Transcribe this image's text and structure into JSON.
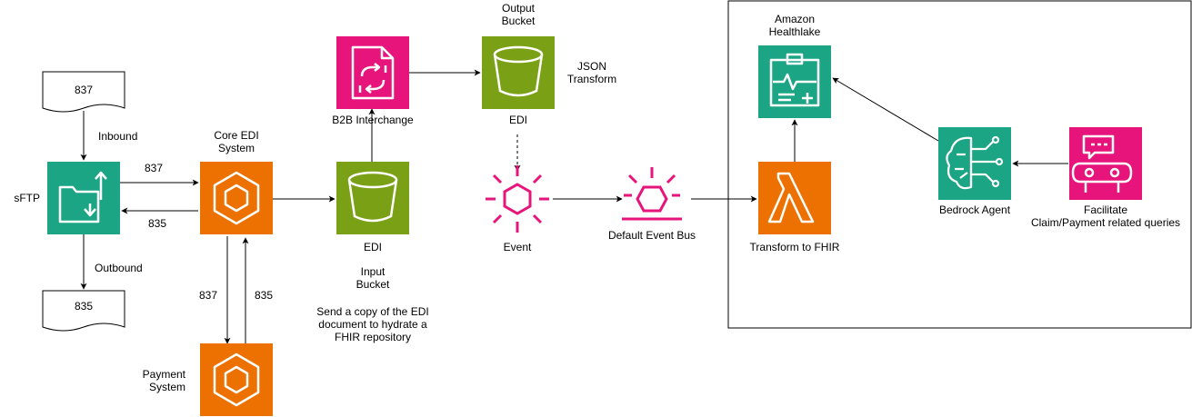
{
  "colors": {
    "aws_teal": "#1BA584",
    "aws_orange": "#ED7100",
    "aws_magenta": "#E7157B",
    "aws_green": "#7AA116",
    "lambda_orange": "#ED7100",
    "line": "#000000"
  },
  "documents": {
    "doc_837": "837",
    "doc_835": "835"
  },
  "nodes": {
    "sftp": {
      "label": "sFTP",
      "icon": "sftp-transfer-icon"
    },
    "core_edi": {
      "label": "Core EDI\nSystem",
      "icon": "ecs-container-icon"
    },
    "payment": {
      "label": "Payment\nSystem",
      "icon": "ecs-container-icon"
    },
    "b2b": {
      "label": "B2B Interchange",
      "icon": "b2b-data-interchange-icon"
    },
    "input_bucket": {
      "label": "EDI",
      "icon": "s3-bucket-icon"
    },
    "output_bucket": {
      "label": "EDI",
      "icon": "s3-bucket-icon"
    },
    "event": {
      "label": "Event",
      "icon": "eventbridge-event-icon"
    },
    "event_bus": {
      "label": "Default Event Bus",
      "icon": "eventbridge-bus-icon"
    },
    "lambda": {
      "label": "Transform to FHIR",
      "icon": "lambda-icon"
    },
    "healthlake": {
      "label": "Amazon\nHealthlake",
      "icon": "healthlake-icon"
    },
    "bedrock": {
      "label": "Bedrock Agent",
      "icon": "bedrock-agent-icon"
    },
    "facilitate": {
      "label": "Facilitate\nClaim/Payment related queries",
      "icon": "chatbot-icon"
    }
  },
  "annotations": {
    "inbound": "Inbound",
    "outbound": "Outbound",
    "edge_837_top": "837",
    "edge_835_top": "835",
    "edge_837_down": "837",
    "edge_835_up": "835",
    "output_bucket_title": "Output\nBucket",
    "json_transform": "JSON\nTransform",
    "input_bucket_title": "Input\nBucket",
    "send_copy": "Send a copy of the EDI\ndocument to hydrate a\nFHIR repository"
  }
}
